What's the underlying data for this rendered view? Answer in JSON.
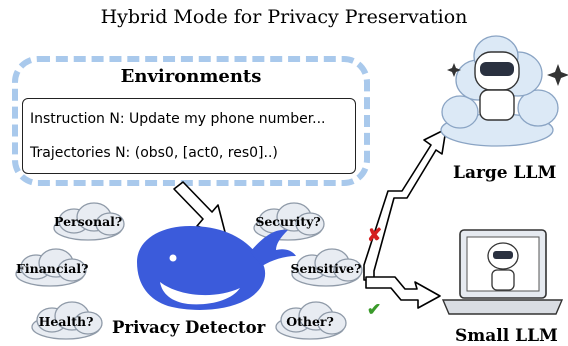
{
  "title": "Hybrid Mode for Privacy Preservation",
  "environments": {
    "title": "Environments",
    "instruction": "Instruction N:  Update my phone number...",
    "trajectories": "Trajectories N:  (obs0, [act0, res0]..)"
  },
  "detector": {
    "label": "Privacy Detector"
  },
  "clouds": [
    "Personal?",
    "Security?",
    "Financial?",
    "Sensitive?",
    "Health?",
    "Other?"
  ],
  "targets": {
    "large": "Large LLM",
    "small": "Small LLM"
  },
  "marks": {
    "reject": "✘",
    "accept": "✔"
  },
  "colors": {
    "dash_border": "#a9c9ec",
    "whale": "#3b5bdb",
    "reject": "#d42020",
    "accept": "#3a9a2a"
  }
}
